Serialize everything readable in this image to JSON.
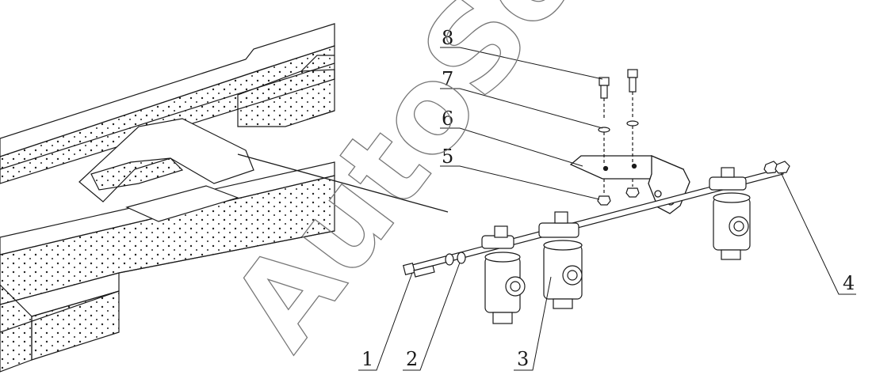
{
  "callouts": [
    {
      "id": "1",
      "label": "1"
    },
    {
      "id": "2",
      "label": "2"
    },
    {
      "id": "3",
      "label": "3"
    },
    {
      "id": "4",
      "label": "4"
    },
    {
      "id": "5",
      "label": "5"
    },
    {
      "id": "6",
      "label": "6"
    },
    {
      "id": "7",
      "label": "7"
    },
    {
      "id": "8",
      "label": "8"
    }
  ],
  "watermark": {
    "text": "AutoSoft"
  },
  "colors": {
    "line": "#1a1a1a",
    "background": "#ffffff",
    "watermark": "#777777"
  }
}
